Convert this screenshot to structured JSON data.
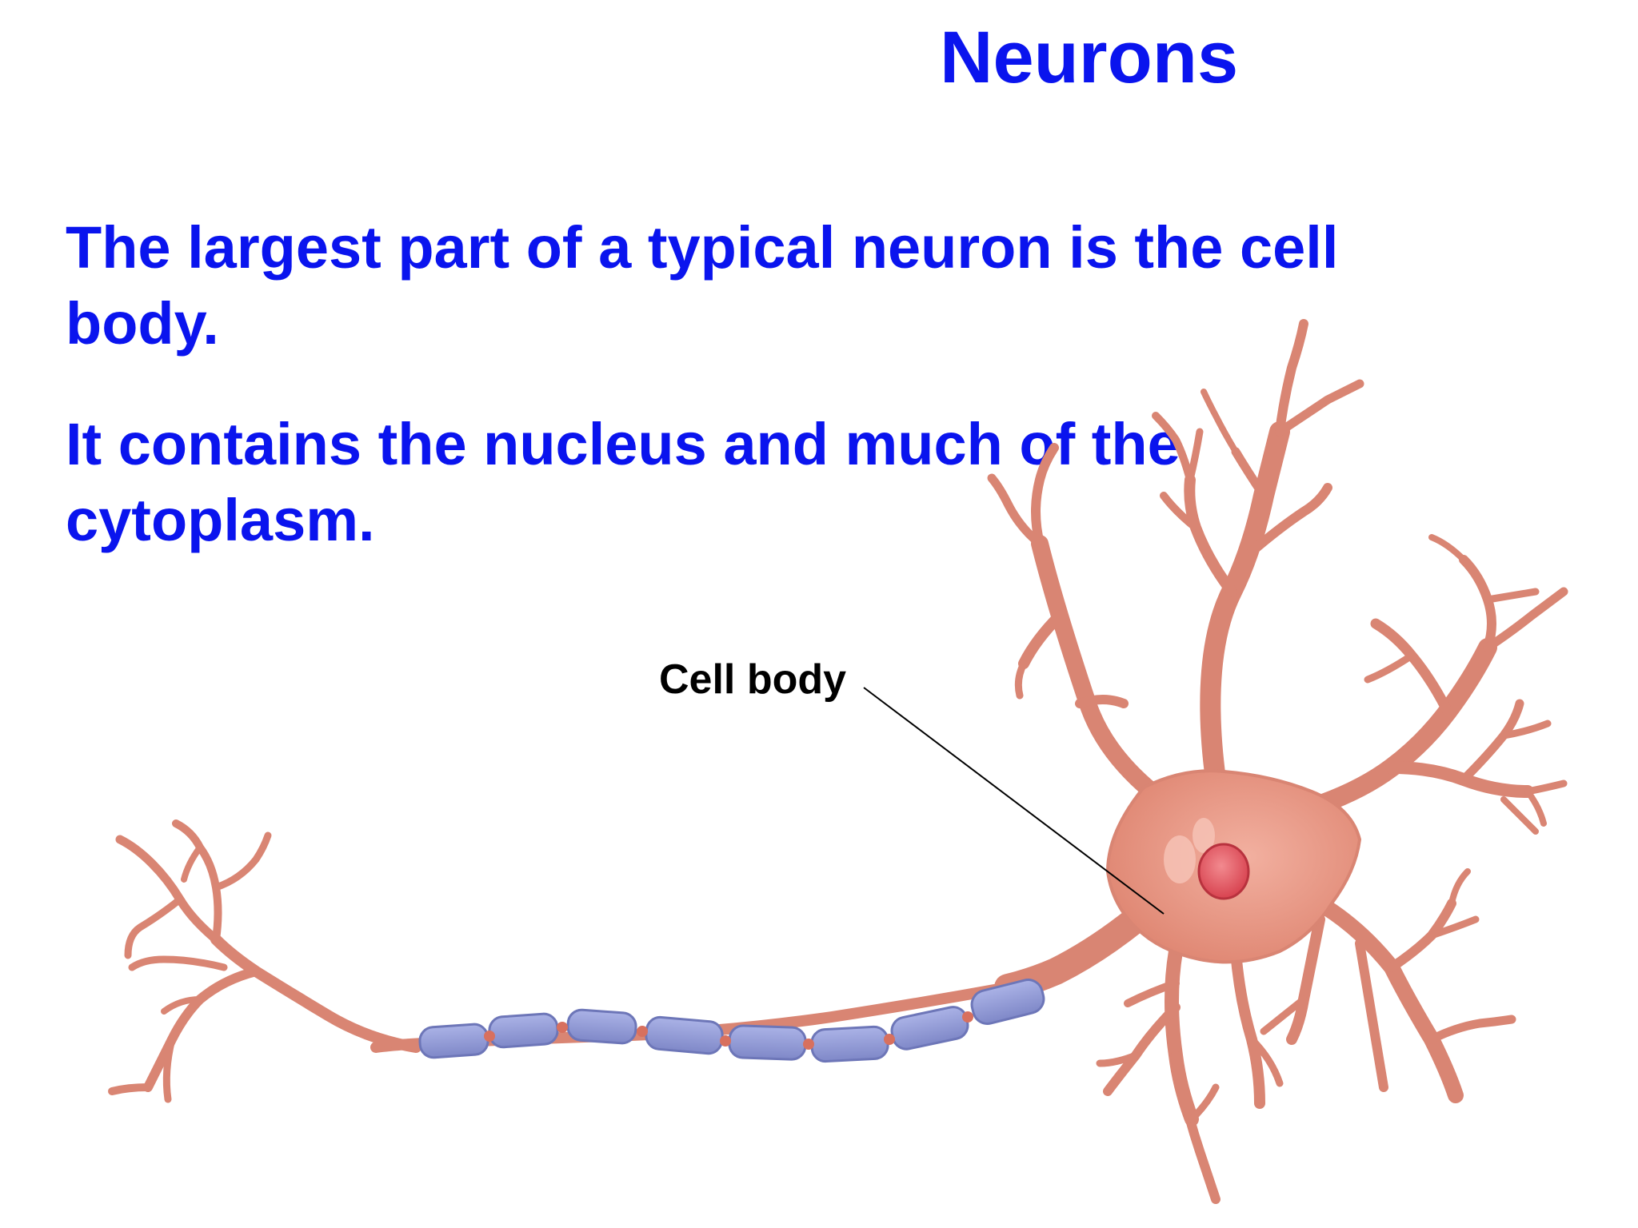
{
  "slide": {
    "title": "Neurons",
    "paragraphs": [
      {
        "lines": [
          "The largest part of a typical neuron is the cell",
          "body."
        ]
      },
      {
        "lines": [
          "It contains the nucleus and much of the",
          "cytoplasm."
        ]
      }
    ]
  },
  "diagram": {
    "labels": {
      "cell_body": "Cell body"
    },
    "colors": {
      "text": "#0a14ee",
      "neuron": "#d98573",
      "neuron_outline": "#c9705f",
      "soma": "#e8907c",
      "nucleus": "#e2545e",
      "myelin": "#8f98d6",
      "myelin_outline": "#6d76b8",
      "node": "#d8705e"
    }
  }
}
